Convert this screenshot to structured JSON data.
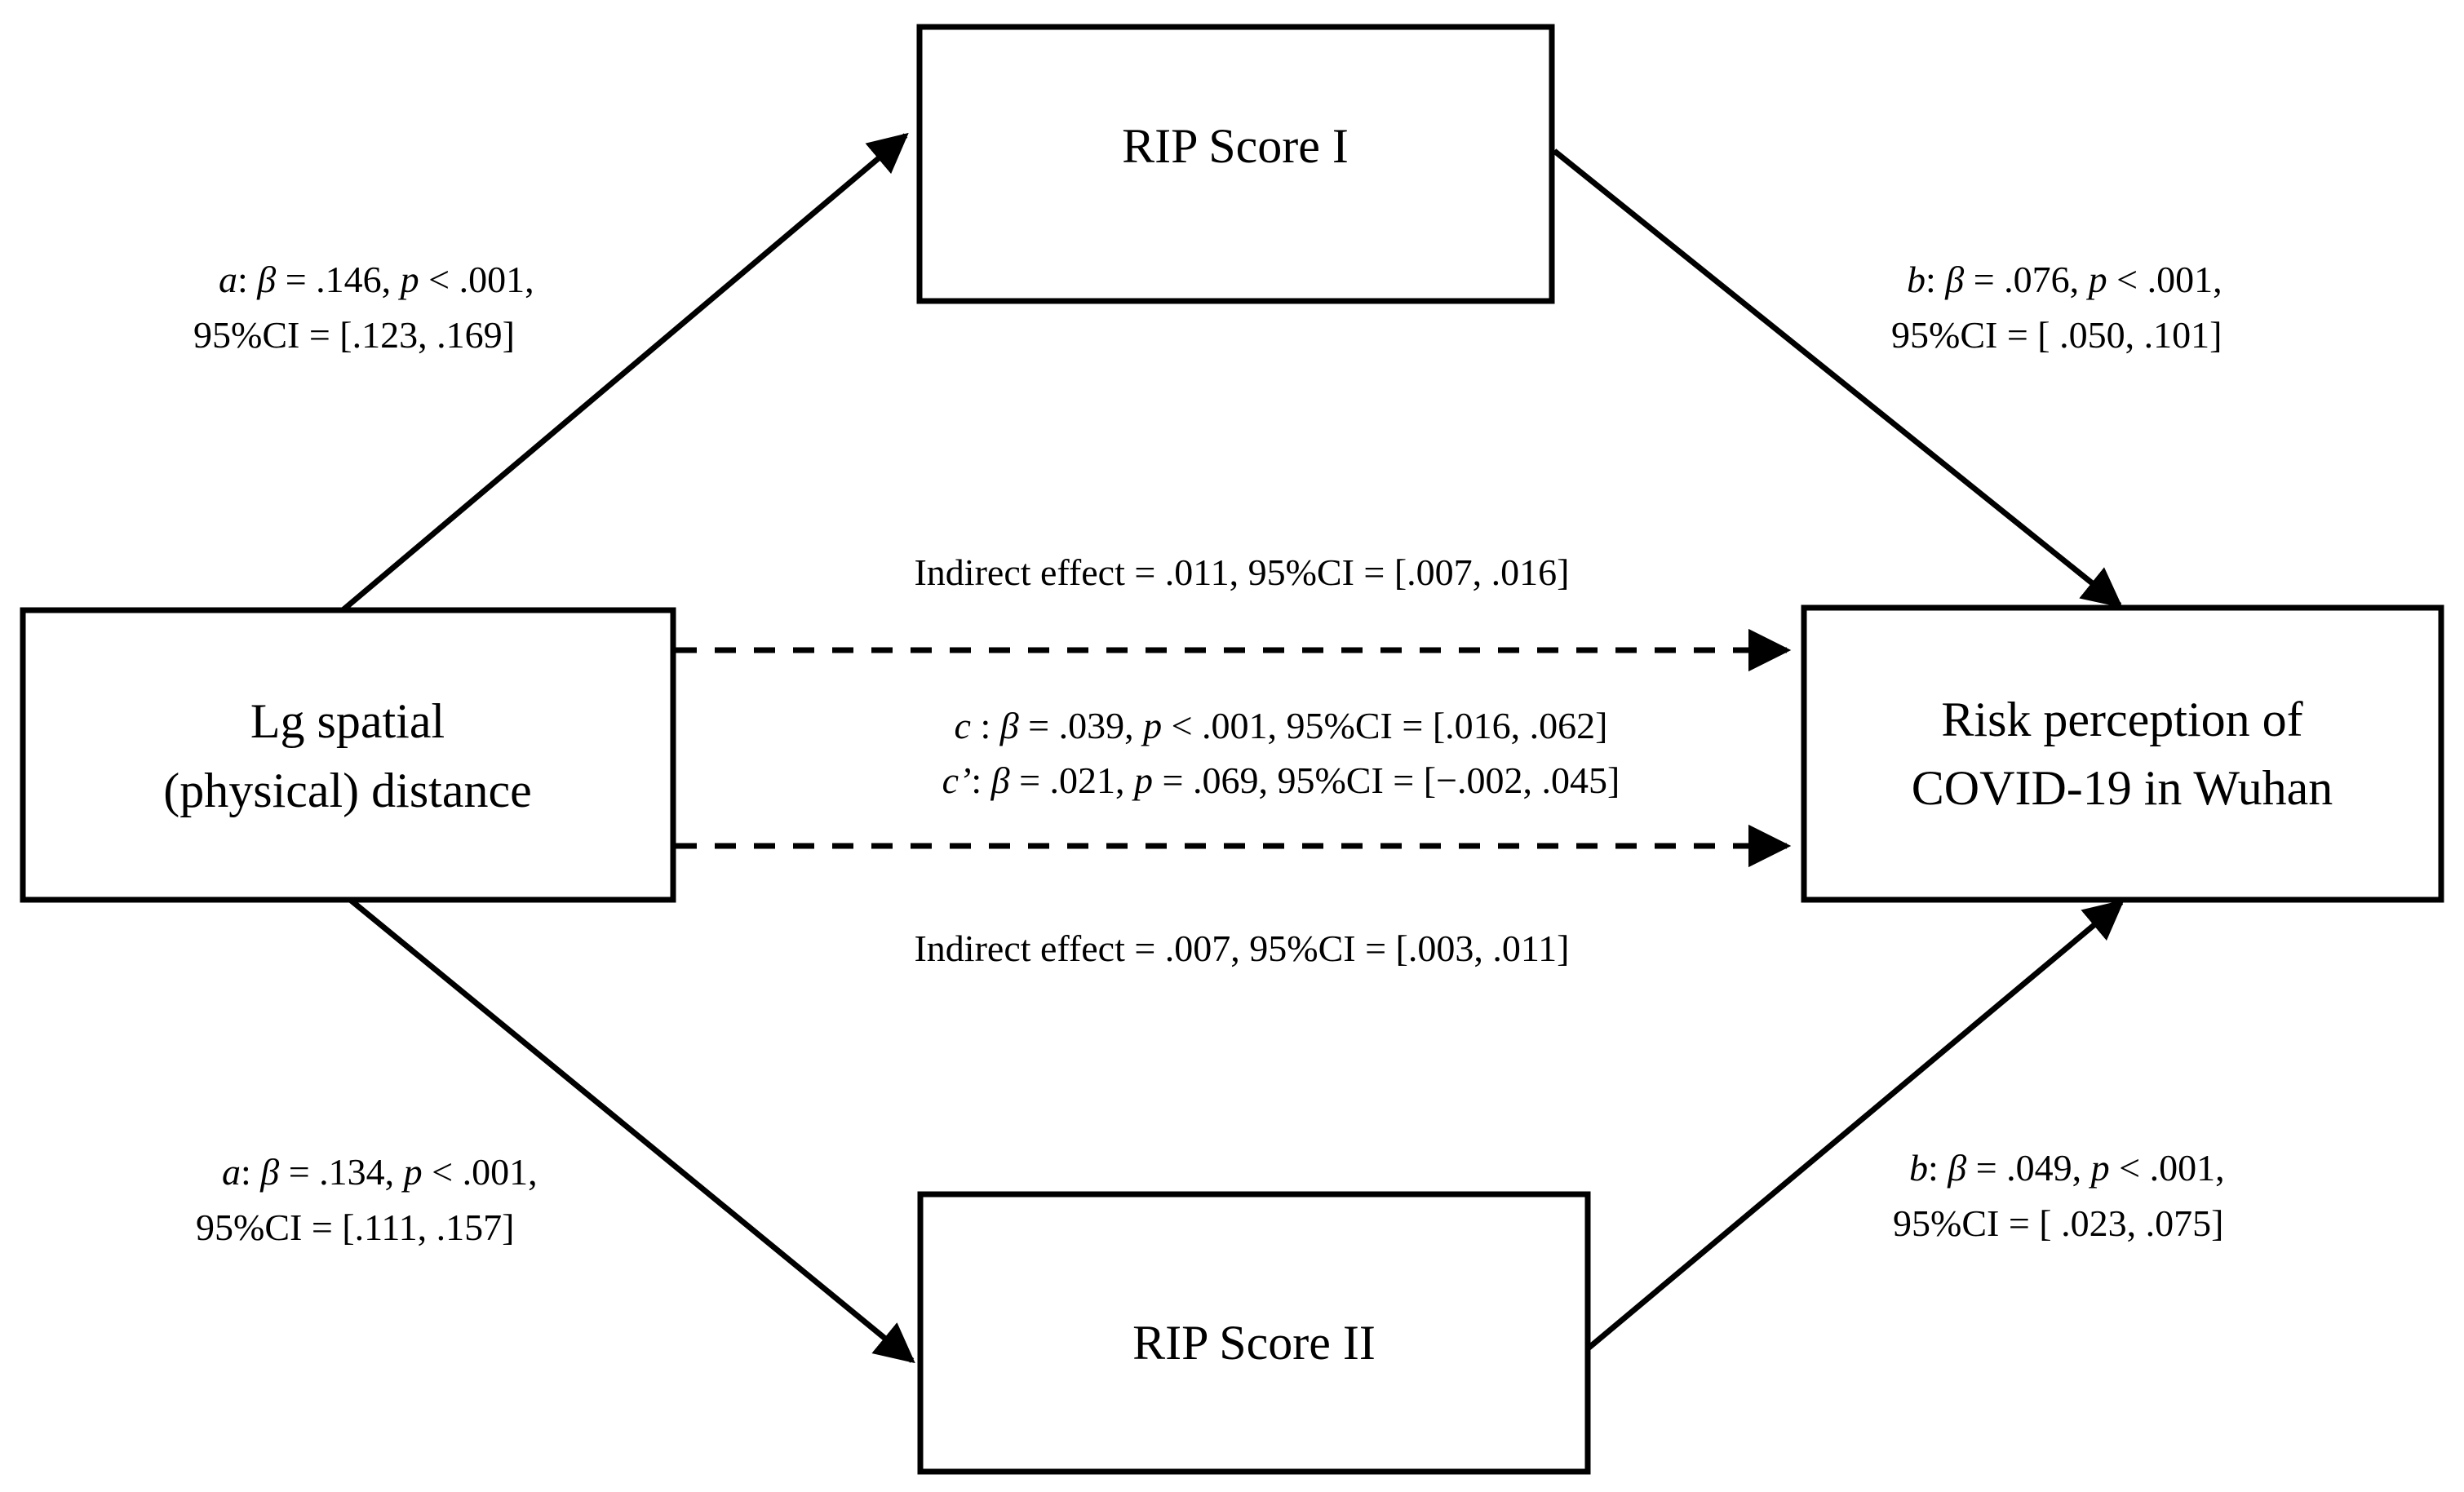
{
  "figure": {
    "type": "path-diagram",
    "background_color": "#ffffff",
    "line_color": "#000000",
    "nodes": [
      {
        "id": "mediator-1",
        "label": "RIP Score I"
      },
      {
        "id": "predictor",
        "label_line_1": "Lg spatial",
        "label_line_2": "(physical)  distance"
      },
      {
        "id": "outcome",
        "label_line_1": "Risk perception  of",
        "label_line_2": "COVID-19 in Wuhan"
      },
      {
        "id": "mediator-2",
        "label": "RIP Score II"
      }
    ],
    "edges": {
      "a_path_top": {
        "coefficient_label": "a",
        "line_1": "a: β = .146, p < .001,",
        "line_2": "95%CI = [.123,  .169]",
        "style": "solid"
      },
      "b_path_top": {
        "coefficient_label": "b",
        "line_1": "b: β = .076, p < .001,",
        "line_2": "95%CI = [ .050, .101]",
        "style": "solid"
      },
      "a_path_bottom": {
        "coefficient_label": "a",
        "line_1": "a: β = .134, p < .001,",
        "line_2": "95%CI = [.111,  .157]",
        "style": "solid"
      },
      "b_path_bottom": {
        "coefficient_label": "b",
        "line_1": "b: β = .049, p < .001,",
        "line_2": "95%CI = [ .023, .075]",
        "style": "solid"
      },
      "indirect_top": {
        "text": "Indirect effect = .011, 95%CI = [.007,  .016]",
        "style": "dashed"
      },
      "indirect_bottom": {
        "text": "Indirect effect = .007, 95%CI = [.003,  .011]",
        "style": "dashed"
      },
      "total_effect": {
        "text": "c : β = .039, p < .001, 95%CI = [.016, .062]"
      },
      "direct_effect": {
        "text": "c’: β = .021, p = .069, 95%CI = [−.002, .045]"
      }
    }
  },
  "chart_data": {
    "type": "diagram",
    "title": "",
    "model": "parallel multiple mediation",
    "predictor": "Lg spatial (physical) distance",
    "outcome": "Risk perception of COVID-19 in Wuhan",
    "mediators": [
      "RIP Score I",
      "RIP Score II"
    ],
    "paths": [
      {
        "name": "a1",
        "from": "Lg spatial (physical) distance",
        "to": "RIP Score I",
        "beta": 0.146,
        "p": "< .001",
        "ci": [
          0.123,
          0.169
        ]
      },
      {
        "name": "b1",
        "from": "RIP Score I",
        "to": "Risk perception of COVID-19 in Wuhan",
        "beta": 0.076,
        "p": "< .001",
        "ci": [
          0.05,
          0.101
        ]
      },
      {
        "name": "a2",
        "from": "Lg spatial (physical) distance",
        "to": "RIP Score II",
        "beta": 0.134,
        "p": "< .001",
        "ci": [
          0.111,
          0.157
        ]
      },
      {
        "name": "b2",
        "from": "RIP Score II",
        "to": "Risk perception of COVID-19 in Wuhan",
        "beta": 0.049,
        "p": "< .001",
        "ci": [
          0.023,
          0.075
        ]
      },
      {
        "name": "c",
        "from": "Lg spatial (physical) distance",
        "to": "Risk perception of COVID-19 in Wuhan",
        "beta": 0.039,
        "p": "< .001",
        "ci": [
          0.016,
          0.062
        ]
      },
      {
        "name": "c'",
        "from": "Lg spatial (physical) distance",
        "to": "Risk perception of COVID-19 in Wuhan",
        "beta": 0.021,
        "p": "= .069",
        "ci": [
          -0.002,
          0.045
        ]
      }
    ],
    "indirect_effects": [
      {
        "via": "RIP Score I",
        "estimate": 0.011,
        "ci": [
          0.007,
          0.016
        ]
      },
      {
        "via": "RIP Score II",
        "estimate": 0.007,
        "ci": [
          0.003,
          0.011
        ]
      }
    ]
  }
}
